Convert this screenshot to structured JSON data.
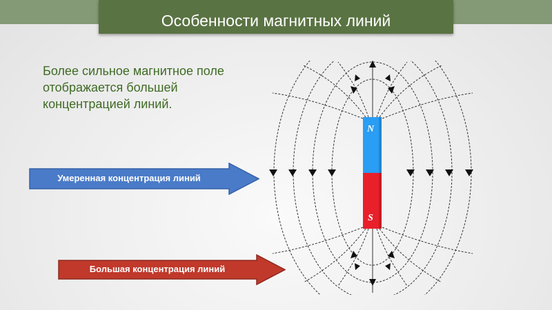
{
  "slide": {
    "title": "Особенности магнитных линий",
    "description": "Более сильное магнитное поле отображается большей концентрацией линий.",
    "arrows": [
      {
        "label": "Умеренная концентрация линий",
        "color": "#4a7bc8"
      },
      {
        "label": "Большая концентрация линий",
        "color": "#c0392b"
      }
    ],
    "magnet": {
      "north_label": "N",
      "south_label": "S",
      "north_color": "#2a9df4",
      "south_color": "#e8202a"
    }
  }
}
